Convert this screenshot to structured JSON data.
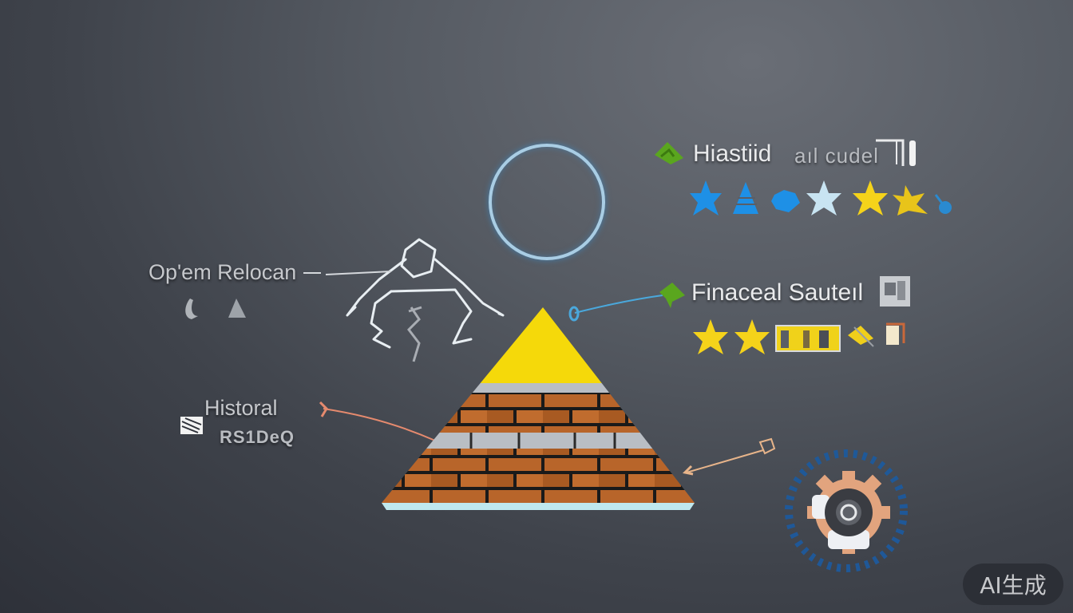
{
  "colors": {
    "background_light": "#6a6e76",
    "background_dark": "#2e3139",
    "pyramid_top": "#f5d90a",
    "brick": "#b8652a",
    "mortar": "#1a1a1a",
    "stone_band": "#b9bec4",
    "base_band": "#bfe8ee",
    "ring": "#a9cde4",
    "accent_green": "#5aa61e",
    "star_blue": "#1e90e6",
    "star_yellow": "#f5d31a",
    "connector_blue": "#4aa8dc",
    "connector_salmon": "#e58a6e",
    "connector_peach": "#e7b48a"
  },
  "labels": {
    "top_right": {
      "title": "Hiastiid",
      "subtitle": "aıl cudel",
      "icon": "green-leaf-icon",
      "rating_icons": [
        "blue-star-icon",
        "blue-pyramid-icon",
        "blue-gem-icon",
        "light-blue-star-icon",
        "yellow-star-icon",
        "yellow-star-icon",
        "blue-figure-icon"
      ]
    },
    "middle_right": {
      "title": "Finaceal Sauteıl",
      "icon": "green-leaf-icon",
      "rating_icons": [
        "yellow-star-icon",
        "yellow-star-icon",
        "yellow-panel-icon",
        "yellow-flag-icon",
        "cup-icon"
      ]
    },
    "left_upper": {
      "title": "Op'em Relocan",
      "marks": [
        "crescent-mark",
        "triangle-mark"
      ]
    },
    "left_lower": {
      "title": "Historal",
      "subtitle": "RS1DeQ",
      "icon": "striped-flag-icon"
    }
  },
  "badge": {
    "text": "AI生成"
  },
  "decor": {
    "ring_icon": "glowing-ring",
    "figure_icon": "line-figure",
    "gear_icon": "gear-camera-icon",
    "pyramid": "brick-pyramid"
  }
}
